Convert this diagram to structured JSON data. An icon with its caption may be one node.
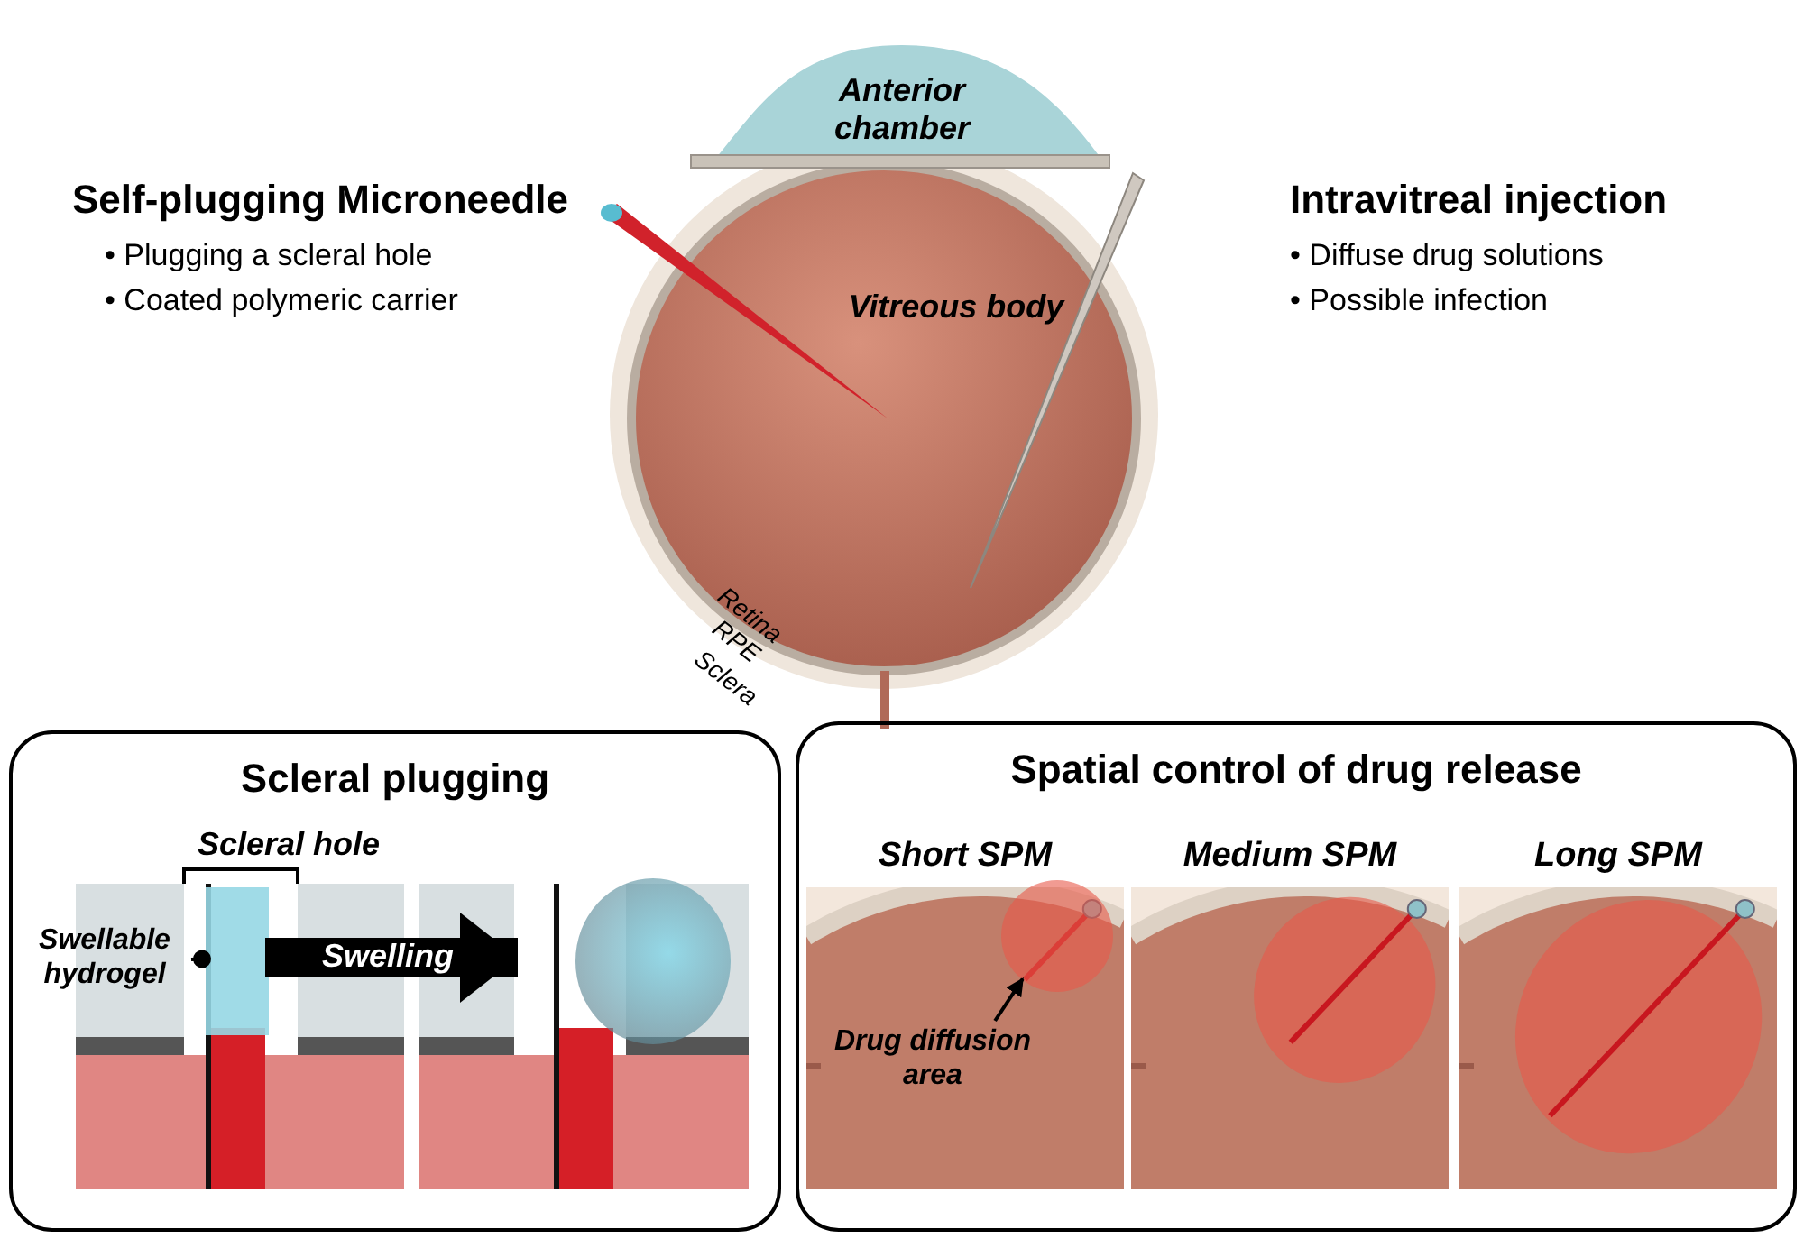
{
  "diagram": {
    "nodes": [
      {
        "text": [
          "Scleral plugging"
        ]
      },
      {
        "text": [
          "Swellable hydrogel"
        ],
        "in": 0
      },
      {
        "text": [],
        "shape": "bar",
        "in": 0
      },
      {
        "text": [],
        "shape": "circle",
        "in": 0
      },
      {
        "text": [
          "Spatial control of drug release"
        ]
      },
      {
        "text": [
          "Short SPM"
        ],
        "in": 4
      },
      {
        "text": [
          "Drug diffusion area"
        ],
        "in": 5
      },
      {
        "text": [],
        "shape": "circle",
        "in": 5
      },
      {
        "text": [
          "Medium SPM"
        ],
        "in": 4
      },
      {
        "text": [
          "Long SPM"
        ],
        "in": 4
      }
    ],
    "edges": [
      {
        "from": 1,
        "to": 2,
        "arrow": "other"
      },
      {
        "from": 2,
        "to": 3,
        "arrow": "to",
        "label": "Swelling",
        "style": "thick"
      },
      {
        "from": 6,
        "to": 7,
        "arrow": "to"
      }
    ],
    "labels": [
      "Self-plugging Microneedle",
      "• Plugging a scleral hole",
      "• Coated polymeric carrier",
      "Anterior chamber",
      "Intravitreal injection",
      "• Diffuse drug solutions",
      "• Possible infection",
      "Vitreous body",
      "Retina",
      "RPE",
      "Sclera",
      "Scleral hole"
    ]
  }
}
